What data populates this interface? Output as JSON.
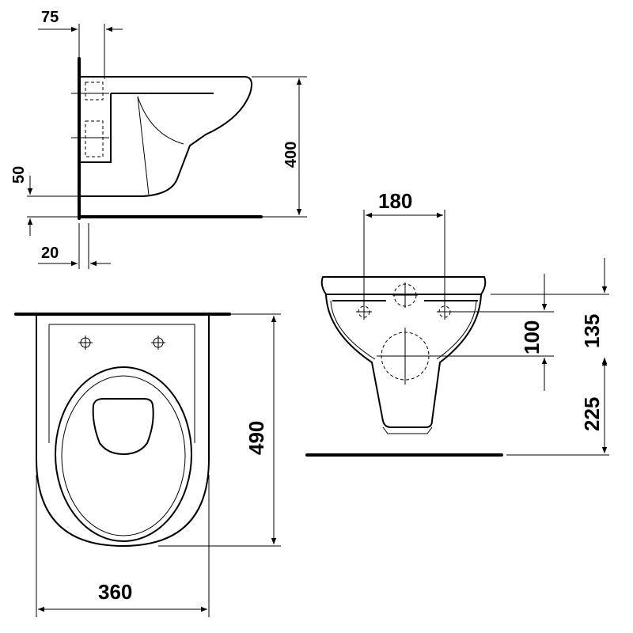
{
  "title": "",
  "dimensions": {
    "side_view": {
      "wall_offset": "75",
      "height": "400",
      "bottom_offset": "50",
      "wall_gap": "20"
    },
    "top_view": {
      "length": "490",
      "width": "360"
    },
    "front_view": {
      "bolt_spacing": "180",
      "bolt_to_outlet": "100",
      "top_to_bolts": "135",
      "bolts_to_floor": "225"
    }
  }
}
